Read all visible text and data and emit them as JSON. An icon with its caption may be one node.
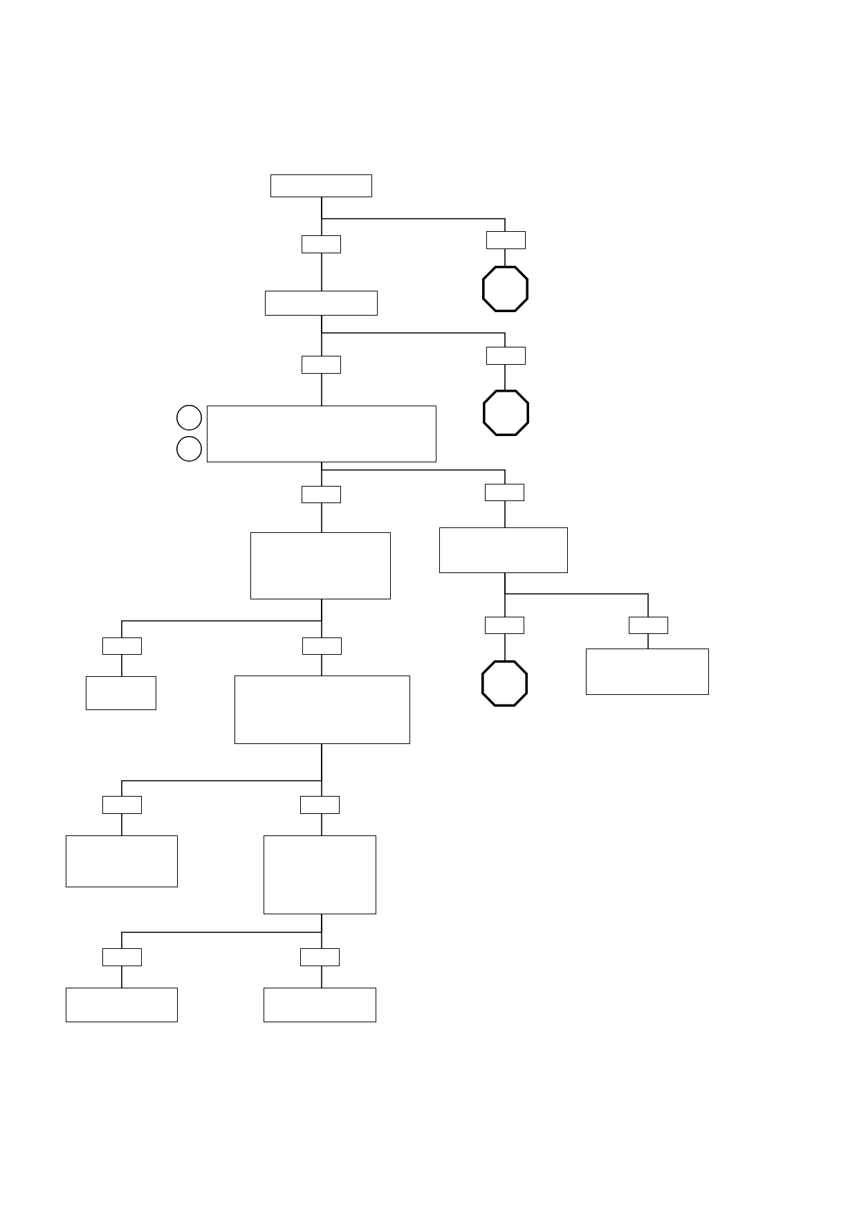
{
  "diagram": {
    "nodes": [
      {
        "text": [],
        "shape": "box"
      },
      {
        "text": [],
        "shape": "box"
      },
      {
        "text": [],
        "shape": "box"
      },
      {
        "text": [],
        "shape": "octagon"
      },
      {
        "text": [],
        "shape": "box"
      },
      {
        "text": [],
        "shape": "box"
      },
      {
        "text": [],
        "shape": "box"
      },
      {
        "text": [],
        "shape": "octagon"
      },
      {
        "text": [],
        "shape": "circle"
      },
      {
        "text": [],
        "shape": "circle"
      },
      {
        "text": [],
        "shape": "box"
      },
      {
        "text": [],
        "shape": "box"
      },
      {
        "text": [],
        "shape": "box"
      },
      {
        "text": [],
        "shape": "box"
      },
      {
        "text": [],
        "shape": "box"
      },
      {
        "text": [],
        "shape": "box"
      },
      {
        "text": [],
        "shape": "box"
      },
      {
        "text": [],
        "shape": "box"
      },
      {
        "text": [],
        "shape": "box"
      },
      {
        "text": [],
        "shape": "box"
      },
      {
        "text": [],
        "shape": "box"
      },
      {
        "text": [],
        "shape": "octagon"
      },
      {
        "text": [],
        "shape": "box"
      },
      {
        "text": [],
        "shape": "box"
      },
      {
        "text": [],
        "shape": "box"
      },
      {
        "text": [],
        "shape": "box"
      },
      {
        "text": [],
        "shape": "box"
      },
      {
        "text": [],
        "shape": "box"
      },
      {
        "text": [],
        "shape": "box"
      },
      {
        "text": [],
        "shape": "box"
      },
      {
        "text": [],
        "shape": "box"
      }
    ],
    "edges": [
      {
        "from": 0,
        "to": 1,
        "arrow": "none"
      },
      {
        "from": 0,
        "to": 2,
        "arrow": "none"
      },
      {
        "from": 2,
        "to": 3,
        "arrow": "none"
      },
      {
        "from": 1,
        "to": 4,
        "arrow": "none"
      },
      {
        "from": 4,
        "to": 5,
        "arrow": "none"
      },
      {
        "from": 4,
        "to": 6,
        "arrow": "none"
      },
      {
        "from": 6,
        "to": 7,
        "arrow": "none"
      },
      {
        "from": 5,
        "to": 10,
        "arrow": "none"
      },
      {
        "from": 10,
        "to": 11,
        "arrow": "none"
      },
      {
        "from": 10,
        "to": 12,
        "arrow": "none"
      },
      {
        "from": 11,
        "to": 13,
        "arrow": "none"
      },
      {
        "from": 12,
        "to": 14,
        "arrow": "none"
      },
      {
        "from": 13,
        "to": 15,
        "arrow": "none"
      },
      {
        "from": 13,
        "to": 16,
        "arrow": "none"
      },
      {
        "from": 14,
        "to": 17,
        "arrow": "none"
      },
      {
        "from": 14,
        "to": 18,
        "arrow": "none"
      },
      {
        "from": 15,
        "to": 19,
        "arrow": "none"
      },
      {
        "from": 16,
        "to": 20,
        "arrow": "none"
      },
      {
        "from": 17,
        "to": 21,
        "arrow": "none"
      },
      {
        "from": 18,
        "to": 22,
        "arrow": "none"
      },
      {
        "from": 20,
        "to": 23,
        "arrow": "none"
      },
      {
        "from": 20,
        "to": 24,
        "arrow": "none"
      },
      {
        "from": 23,
        "to": 25,
        "arrow": "none"
      },
      {
        "from": 24,
        "to": 26,
        "arrow": "none"
      },
      {
        "from": 26,
        "to": 27,
        "arrow": "none"
      },
      {
        "from": 26,
        "to": 28,
        "arrow": "none"
      },
      {
        "from": 27,
        "to": 29,
        "arrow": "none"
      },
      {
        "from": 28,
        "to": 30,
        "arrow": "none"
      }
    ]
  }
}
